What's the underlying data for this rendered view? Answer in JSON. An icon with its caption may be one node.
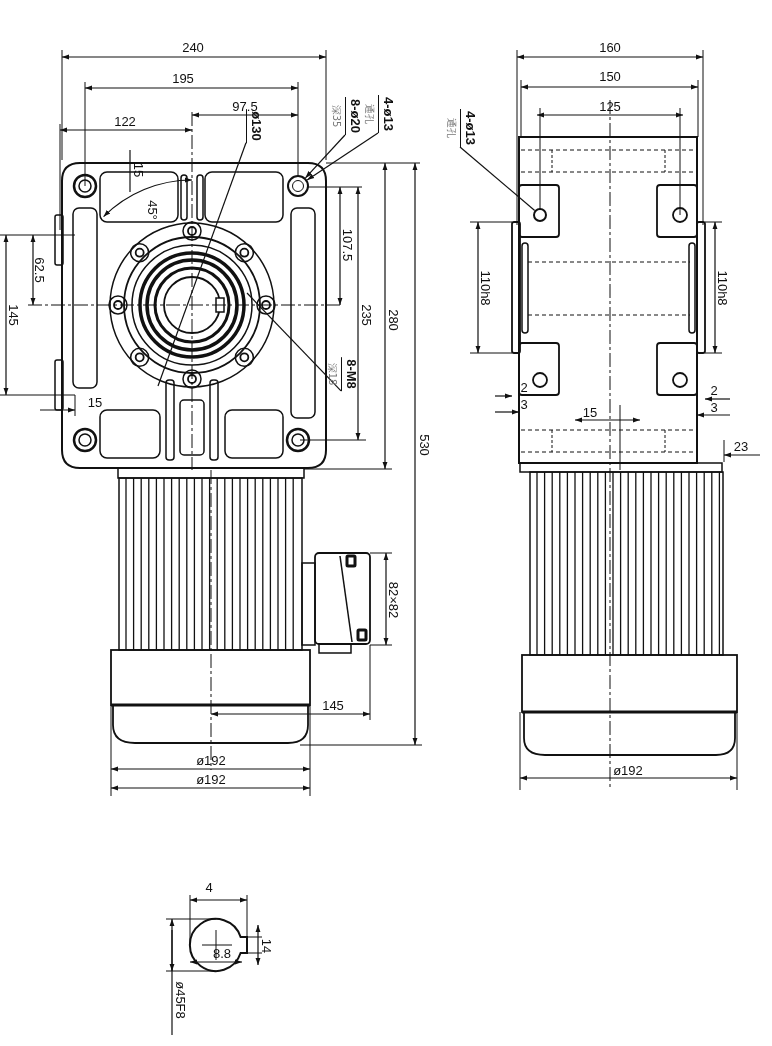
{
  "diagram": {
    "nodes": [
      {
        "text": [
          "8-ø20",
          "深35"
        ]
      },
      {
        "text": [
          "4-ø13",
          "通孔"
        ]
      },
      {
        "text": [
          "ø130"
        ]
      },
      {
        "text": [
          "8-M8",
          "深18"
        ]
      },
      {
        "text": [
          "4-ø13",
          "通孔"
        ]
      },
      {
        "text": [],
        "shape": "circle"
      },
      {
        "text": [],
        "shape": "circle"
      }
    ],
    "edges": [
      {
        "from": 0,
        "to": 5,
        "arrow": "to"
      },
      {
        "from": 1,
        "to": 5,
        "arrow": "to"
      },
      {
        "from": 2,
        "to": null,
        "arrow": "none"
      },
      {
        "from": 3,
        "to": null,
        "arrow": "none"
      },
      {
        "from": 4,
        "to": 6,
        "arrow": "none"
      }
    ],
    "labels": [
      "240",
      "160",
      "195",
      "150",
      "97.5",
      "122",
      "125",
      "15",
      "45°",
      "107.5",
      "62.5",
      "110h8",
      "110h8",
      "235",
      "280",
      "145",
      "2",
      "2",
      "3",
      "15",
      "15",
      "3",
      "530",
      "23",
      "82×82",
      "145",
      "ø192",
      "ø192",
      "ø192",
      "4",
      "14",
      "8.8",
      "ø45F8"
    ]
  }
}
